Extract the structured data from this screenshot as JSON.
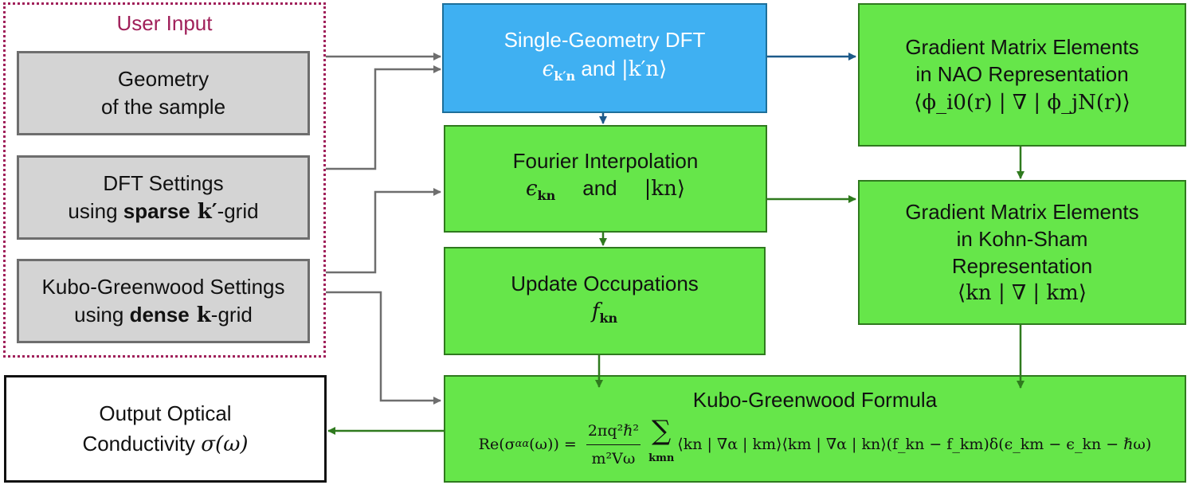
{
  "user_input": {
    "label": "User Input"
  },
  "geometry": {
    "line1": "Geometry",
    "line2": "of the sample"
  },
  "dft_settings": {
    "line1": "DFT Settings",
    "line2_pre": "using ",
    "line2_bold": "sparse",
    "line2_k": " k′",
    "line2_post": "-grid"
  },
  "kg_settings": {
    "line1": "Kubo-Greenwood Settings",
    "line2_pre": "using ",
    "line2_bold": "dense",
    "line2_k": " k",
    "line2_post": "-grid"
  },
  "single_dft": {
    "title": "Single-Geometry DFT",
    "math_a": "ϵ",
    "math_a_sub": "k′n",
    "and": " and ",
    "math_b": "|k′n⟩"
  },
  "fourier": {
    "title": "Fourier Interpolation",
    "math_a": "ϵ",
    "math_a_sub": "kn",
    "and": "and",
    "math_b": "|kn⟩"
  },
  "occupations": {
    "title": "Update Occupations",
    "math": "f",
    "math_sub": "kn"
  },
  "nao": {
    "line1": "Gradient Matrix Elements",
    "line2": "in NAO Representation",
    "math": "⟨ϕ_i0(r) | ∇ | ϕ_jN(r)⟩"
  },
  "kohn_sham": {
    "line1": "Gradient Matrix Elements",
    "line2": "in Kohn-Sham",
    "line3": "Representation",
    "math": "⟨kn | ∇ | km⟩"
  },
  "kubo_formula": {
    "title": "Kubo-Greenwood Formula",
    "lhs": "Re(σ",
    "lhs_sub": "αα",
    "lhs_end": "(ω)) =",
    "frac_num": "2πq²ℏ²",
    "frac_den": "m²Vω",
    "sum": "∑",
    "sum_sub": "kmn",
    "rhs": "⟨kn | ∇α | km⟩⟨km | ∇α | kn⟩(f_kn − f_km)δ(ϵ_km − ϵ_kn − ℏω)"
  },
  "output": {
    "line1": "Output Optical",
    "line2": "Conductivity",
    "math": "σ(ω)"
  },
  "colors": {
    "grey_fill": "#d4d4d4",
    "green_fill": "#66e64a",
    "blue_fill": "#3fb0f2",
    "dotted_border": "#a0205a",
    "arrow_grey": "#6e6e6e",
    "arrow_blue": "#1d5a8a",
    "arrow_green": "#2f7a1e"
  }
}
